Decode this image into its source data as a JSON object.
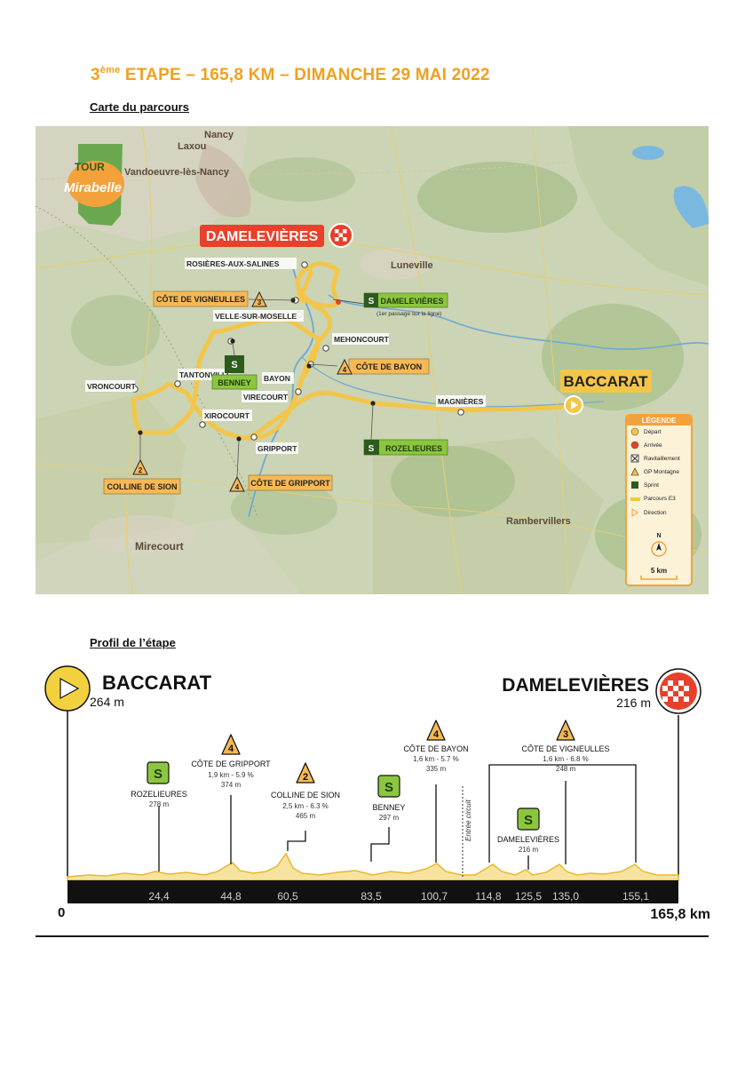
{
  "header": {
    "title_prefix": "3",
    "title_sup": "ème",
    "title_rest": " ETAPE – 165,8 KM – DIMANCHE 29 MAI 2022",
    "map_section": "Carte du parcours",
    "profile_section": "Profil de l’étape"
  },
  "map": {
    "towns": [
      "Laxou",
      "Nancy",
      "Vandoeuvre-lès-Nancy",
      "Luneville",
      "Mirecourt",
      "Rambervillers"
    ],
    "race_logo": {
      "line1": "TOUR",
      "line2": "Mirabelle"
    },
    "finish_label": "DAMELEVIÈRES",
    "start_label": "BACCARAT",
    "places": [
      "ROSIÈRES-AUX-SALINES",
      "VELLE-SUR-MOSELLE",
      "TANTONVILLE",
      "VRONCOURT",
      "XIROCOURT",
      "GRIPPORT",
      "BAYON",
      "VIRECOURT",
      "MEHONCOURT",
      "MAGNIÈRES"
    ],
    "climbs": [
      {
        "name": "CÔTE DE VIGNEULLES",
        "cat": "3"
      },
      {
        "name": "CÔTE DE BAYON",
        "cat": "4"
      },
      {
        "name": "CÔTE DE GRIPPORT",
        "cat": "4"
      },
      {
        "name": "COLLINE DE SION",
        "cat": "2"
      }
    ],
    "sprints": [
      {
        "name": "DAMELEVIÈRES",
        "note": "(1er passage sur la ligne)"
      },
      {
        "name": "BENNEY"
      },
      {
        "name": "ROZELIEURES"
      }
    ],
    "legend": {
      "title": "LÉGENDE",
      "items": [
        "Départ",
        "Arrivée",
        "Ravitaillement",
        "GP Montagne",
        "Sprint",
        "Parcours E3",
        "Direction"
      ],
      "north": "N",
      "scale": "5 km"
    },
    "colors": {
      "route": "#f3c64a",
      "label": "#f7b955",
      "sprint": "#8cc63f",
      "finish": "#e8402a"
    }
  },
  "profile": {
    "start": {
      "name": "BACCARAT",
      "alt": "264 m"
    },
    "finish": {
      "name": "DAMELEVIÈRES",
      "alt": "216 m"
    },
    "circuit_label": "Entrée circuit",
    "km_start": "0",
    "km_end": "165,8 km",
    "km_marks": [
      "24,4",
      "44,8",
      "60,5",
      "83,5",
      "100,7",
      "114,8",
      "125,5",
      "135,0",
      "155,1"
    ],
    "sprints": [
      {
        "name": "ROZELIEURES",
        "alt": "278 m"
      },
      {
        "name": "BENNEY",
        "alt": "297 m"
      },
      {
        "name": "DAMELEVIÈRES",
        "alt": "216 m"
      }
    ],
    "climbs": [
      {
        "name": "CÔTE DE GRIPPORT",
        "detail": "1,9 km - 5.9 %",
        "alt": "374 m",
        "cat": "4"
      },
      {
        "name": "COLLINE DE SION",
        "detail": "2,5 km - 6.3 %",
        "alt": "465 m",
        "cat": "2"
      },
      {
        "name": "CÔTE DE BAYON",
        "detail": "1,6 km - 5.7 %",
        "alt": "335 m",
        "cat": "4"
      },
      {
        "name": "CÔTE DE VIGNEULLES",
        "detail": "1,6 km - 6.8 %",
        "alt": "248 m",
        "cat": "3"
      }
    ],
    "colors": {
      "fill": "#f6e3a0",
      "line": "#e9b82e",
      "bar": "#111111"
    }
  }
}
